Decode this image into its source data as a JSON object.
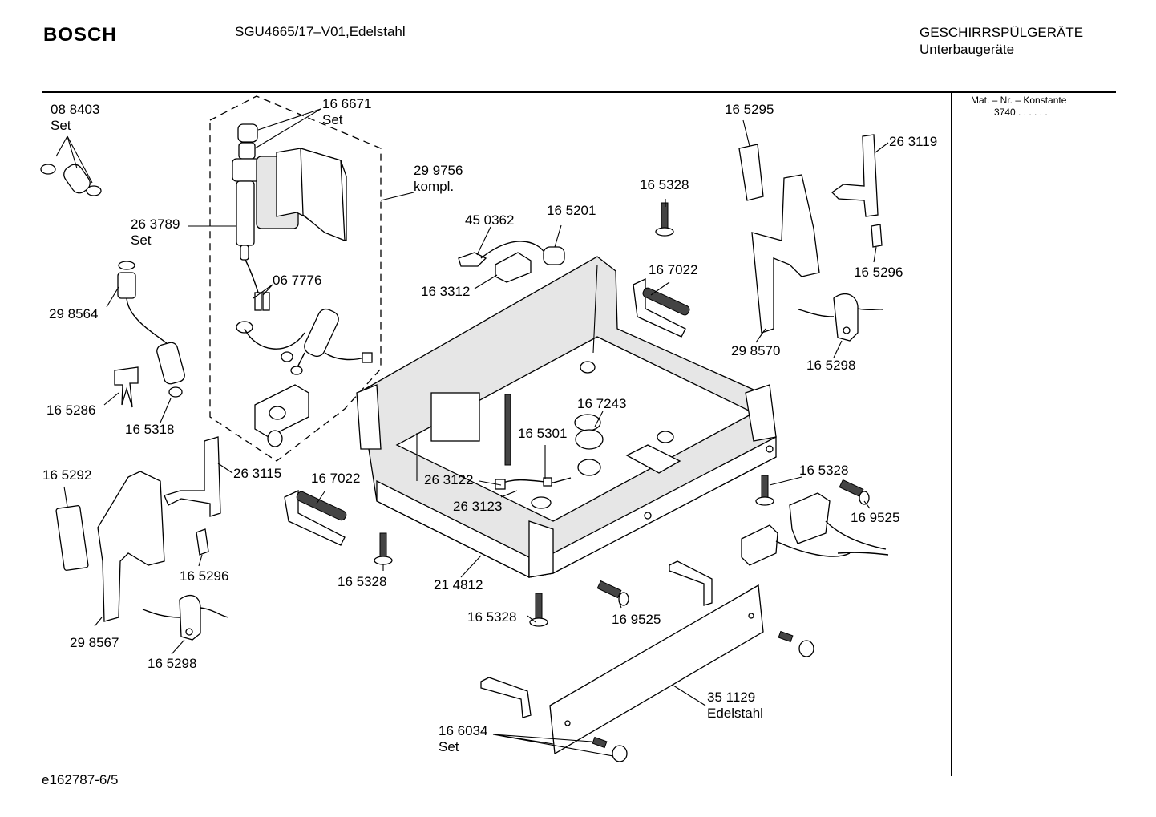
{
  "header": {
    "brand": "BOSCH",
    "model": "SGU4665/17–V01,Edelstahl",
    "category_line1": "GESCHIRRSPÜLGERÄTE",
    "category_line2": "Unterbaugeräte"
  },
  "sidebar": {
    "mat_label": "Mat. – Nr. – Konstante",
    "mat_value": "3740  .  .  .  .  .  ."
  },
  "footer": {
    "drawing_id": "e162787-6/5"
  },
  "labels": {
    "p088403": "08 8403",
    "p088403_sub": "Set",
    "p166671": "16 6671",
    "p166671_sub": "Set",
    "p299756": "29 9756",
    "p299756_sub": "kompl.",
    "p263789": "26 3789",
    "p263789_sub": "Set",
    "p067776": "06 7776",
    "p298564": "29 8564",
    "p165286": "16 5286",
    "p165318": "16 5318",
    "p165292": "16 5292",
    "p263115": "26 3115",
    "p165296_left": "16 5296",
    "p298567": "29 8567",
    "p165298_left": "16 5298",
    "p167022_left": "16 7022",
    "p165328_a": "16 5328",
    "p214812": "21 4812",
    "p165328_b": "16 5328",
    "p169525_a": "16 9525",
    "p450362": "45 0362",
    "p165201": "16 5201",
    "p163312": "16 3312",
    "p165328_top": "16 5328",
    "p167022_right": "16 7022",
    "p167243": "16 7243",
    "p165301": "16 5301",
    "p263122": "26 3122",
    "p263123": "26 3123",
    "p165295": "16 5295",
    "p263119": "26 3119",
    "p165296_right": "16 5296",
    "p298570": "29 8570",
    "p165298_right": "16 5298",
    "p165328_right": "16 5328",
    "p169525_b": "16 9525",
    "p351129": "35 1129",
    "p351129_sub": "Edelstahl",
    "p166034": "16 6034",
    "p166034_sub": "Set"
  }
}
